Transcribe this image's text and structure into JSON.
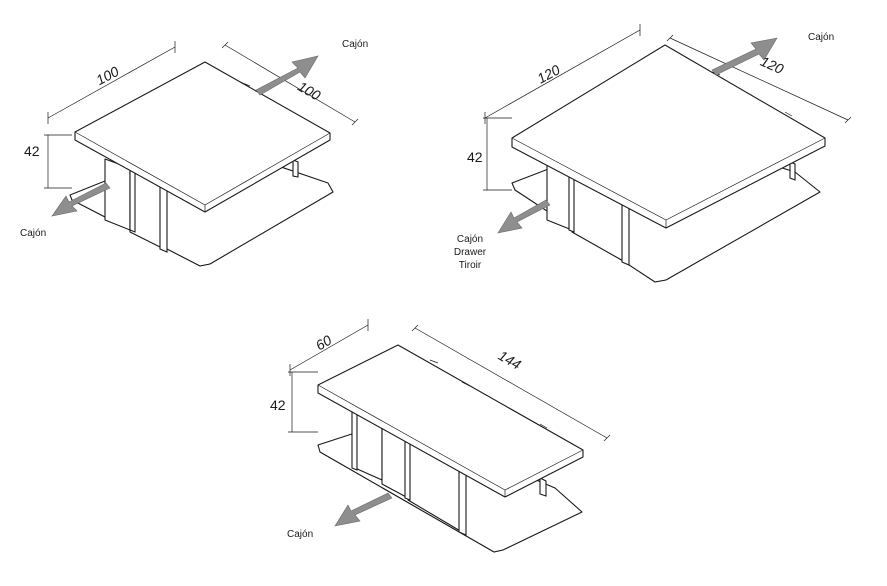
{
  "tables": [
    {
      "id": "square-100",
      "dims": {
        "length": "100",
        "width": "100",
        "height": "42"
      },
      "drawer_labels": [
        "Cajón",
        "Cajón"
      ]
    },
    {
      "id": "square-120",
      "dims": {
        "length": "120",
        "width": "120",
        "height": "42"
      },
      "drawer_labels": [
        "Cajón",
        "Cajón\nDrawer\nTiroir"
      ]
    },
    {
      "id": "rect-144",
      "dims": {
        "length": "144",
        "width": "60",
        "height": "42"
      },
      "drawer_labels": [
        "Cajón"
      ]
    }
  ]
}
